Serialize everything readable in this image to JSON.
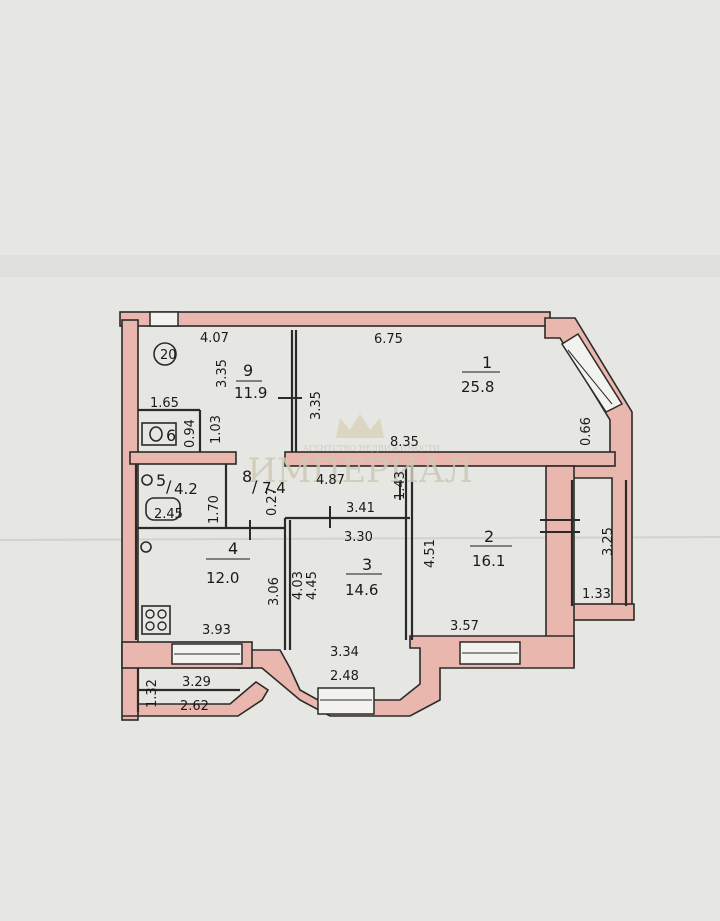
{
  "watermark": {
    "brand": "ИМПЕРИАЛ",
    "tagline": "АГЕНТСТВО НЕДВИЖИМОСТИ"
  },
  "plan": {
    "floor_marker": "20",
    "rooms": [
      {
        "number": "1",
        "area": "25.8"
      },
      {
        "number": "2",
        "area": "16.1"
      },
      {
        "number": "3",
        "area": "14.6"
      },
      {
        "number": "4",
        "area": "12.0"
      },
      {
        "number": "5",
        "area": "4.2"
      },
      {
        "number": "6",
        "area": ""
      },
      {
        "number": "8",
        "area": "7.4"
      },
      {
        "number": "9",
        "area": "11.9"
      }
    ],
    "dimensions": {
      "d_407": "4.07",
      "d_675": "6.75",
      "d_335a": "3.35",
      "d_335b": "3.35",
      "d_165": "1.65",
      "d_094": "0.94",
      "d_103": "1.03",
      "d_835": "8.35",
      "d_066": "0.66",
      "d_487": "4.87",
      "d_143": "1.43",
      "d_341": "3.41",
      "d_027": "0.27",
      "d_245": "2.45",
      "d_170": "1.70",
      "d_330": "3.30",
      "d_451": "4.51",
      "d_325": "3.25",
      "d_403": "4.03",
      "d_445": "4.45",
      "d_306": "3.06",
      "d_133": "1.33",
      "d_393": "3.93",
      "d_357": "3.57",
      "d_334": "3.34",
      "d_248": "2.48",
      "d_329": "3.29",
      "d_132": "1.32",
      "d_262": "2.62"
    }
  },
  "colors": {
    "wall_fill": "#eab7ae",
    "wall_line": "#2a2a2a",
    "paper": "#e6e6e3"
  }
}
